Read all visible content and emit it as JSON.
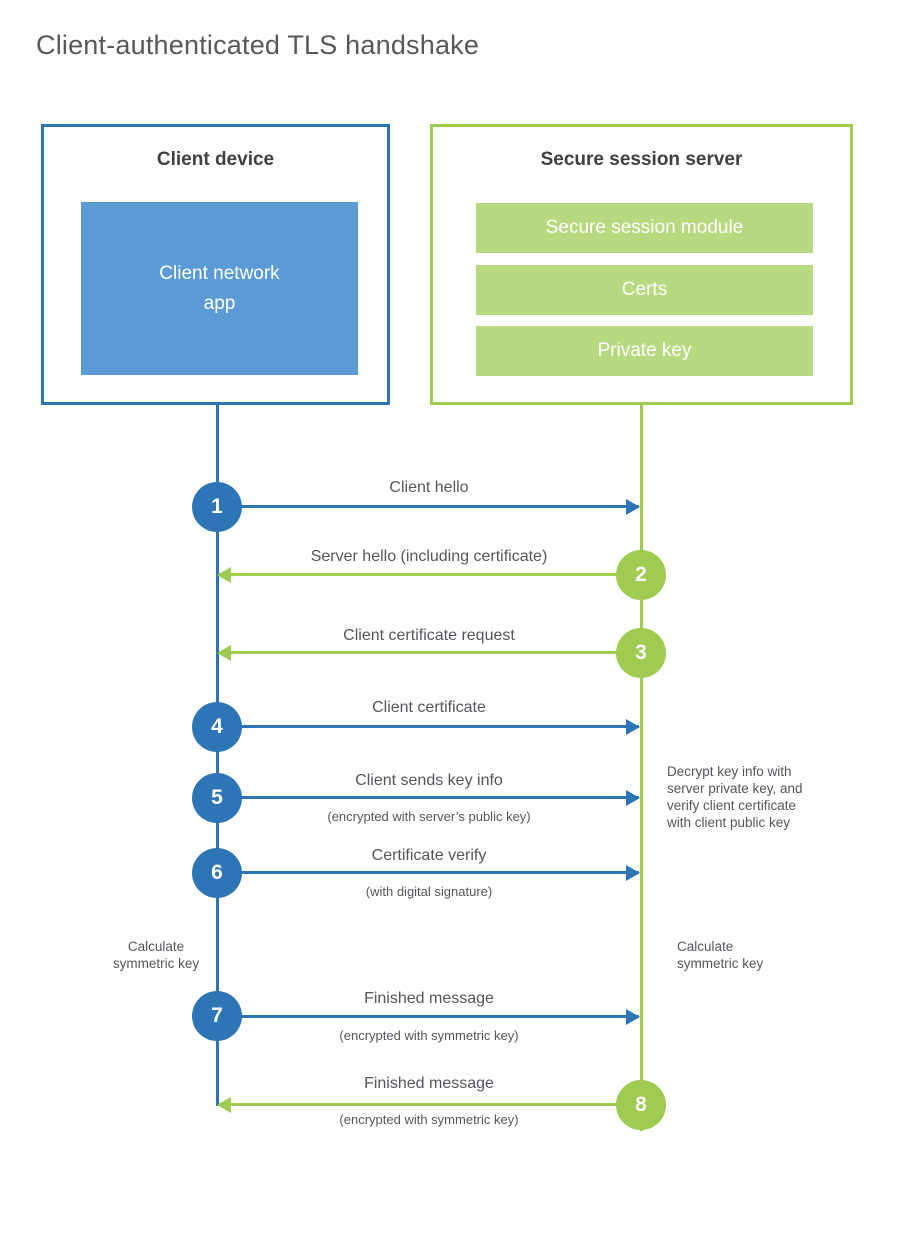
{
  "title": "Client-authenticated TLS handshake",
  "colors": {
    "blue": "#2e75b6",
    "blue_light": "#5b9bd5",
    "green": "#9ecb50",
    "green_light": "#b7d97f",
    "text": "#54565b",
    "heading": "#3f4043"
  },
  "client": {
    "title": "Client device",
    "app_label": "Client network\napp"
  },
  "server": {
    "title": "Secure session server",
    "modules": [
      "Secure session module",
      "Certs",
      "Private key"
    ]
  },
  "messages": [
    {
      "num": "1",
      "label": "Client hello",
      "sub": "",
      "direction": "right",
      "color": "blue"
    },
    {
      "num": "2",
      "label": "Server hello (including certificate)",
      "sub": "",
      "direction": "left",
      "color": "green"
    },
    {
      "num": "3",
      "label": "Client certificate request",
      "sub": "",
      "direction": "left",
      "color": "green"
    },
    {
      "num": "4",
      "label": "Client certificate",
      "sub": "",
      "direction": "right",
      "color": "blue"
    },
    {
      "num": "5",
      "label": "Client sends key info",
      "sub": "(encrypted with server’s public key)",
      "direction": "right",
      "color": "blue"
    },
    {
      "num": "6",
      "label": "Certificate verify",
      "sub": "(with digital signature)",
      "direction": "right",
      "color": "blue"
    },
    {
      "num": "7",
      "label": "Finished message",
      "sub": "(encrypted with symmetric key)",
      "direction": "right",
      "color": "blue"
    },
    {
      "num": "8",
      "label": "Finished message",
      "sub": "(encrypted with symmetric key)",
      "direction": "left",
      "color": "green"
    }
  ],
  "annotations": {
    "decrypt_note": "Decrypt key info with\nserver private key, and\nverify client certificate\nwith client public key",
    "calculate_left": "Calculate\nsymmetric key",
    "calculate_right": "Calculate\nsymmetric key"
  }
}
